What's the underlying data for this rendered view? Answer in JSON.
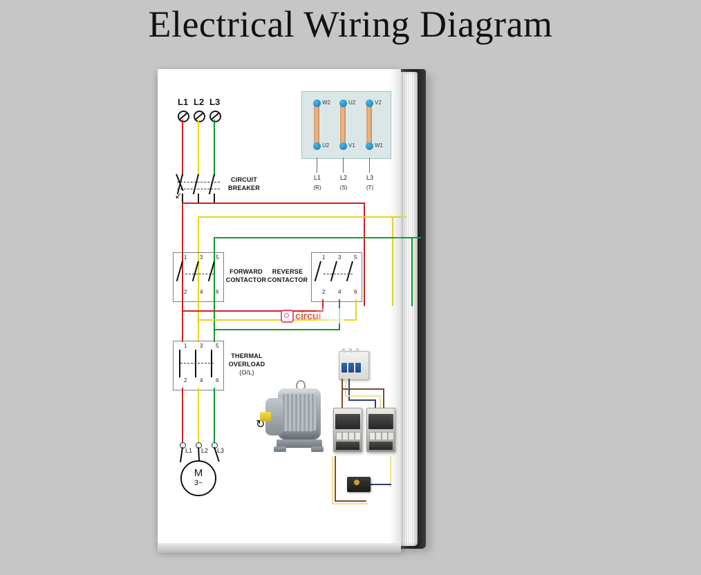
{
  "page": {
    "title": "Electrical Wiring Diagram",
    "background_color": "#c6c6c6"
  },
  "book": {
    "cover_color": "#ffffff",
    "spine_color": "#1e1e1e"
  },
  "diagram": {
    "supply": {
      "phase_labels": [
        "L1",
        "L2",
        "L3"
      ],
      "wire_colors": [
        "#d31f1f",
        "#e8d51c",
        "#0f9b2e"
      ]
    },
    "circuit_breaker": {
      "caption_line1": "CIRCUIT",
      "caption_line2": "BREAKER"
    },
    "forward_contactor": {
      "caption_line1": "FORWARD",
      "caption_line2": "CONTACTOR",
      "terminals_top": [
        "1",
        "3",
        "5"
      ],
      "terminals_bottom": [
        "2",
        "4",
        "6"
      ]
    },
    "reverse_contactor": {
      "caption_line1": "REVERSE",
      "caption_line2": "CONTACTOR",
      "terminals_top": [
        "1",
        "3",
        "5"
      ],
      "terminals_bottom": [
        "2",
        "4",
        "6"
      ]
    },
    "thermal_overload": {
      "caption_line1": "THERMAL",
      "caption_line2": "OVERLOAD",
      "caption_line3": "(O/L)",
      "terminals_top": [
        "1",
        "3",
        "5"
      ],
      "terminals_bottom": [
        "2",
        "4",
        "6"
      ]
    },
    "motor": {
      "symbol": "M",
      "phases": "3~",
      "terminals": [
        "L1",
        "L2",
        "L3"
      ]
    },
    "terminal_block": {
      "top_labels": [
        "W2",
        "U2",
        "V2"
      ],
      "bottom_labels": [
        "U2",
        "V1",
        "W1"
      ],
      "supply_labels": [
        "L1",
        "L2",
        "L3"
      ],
      "supply_sublabels": [
        "(R)",
        "(S)",
        "(T)"
      ],
      "panel_color": "#dbe7e7",
      "dot_color": "#1a77b5",
      "link_color": "#d39a6a"
    },
    "watermark": {
      "icon": "instagram-icon",
      "text": "circui"
    },
    "photos": {
      "motor_label": "three-phase-motor-photo",
      "mcb_label": "miniature-circuit-breaker-photo",
      "contactor_left_label": "contactor-photo-left",
      "contactor_right_label": "contactor-photo-right",
      "overload_relay_label": "overload-relay-photo"
    }
  }
}
